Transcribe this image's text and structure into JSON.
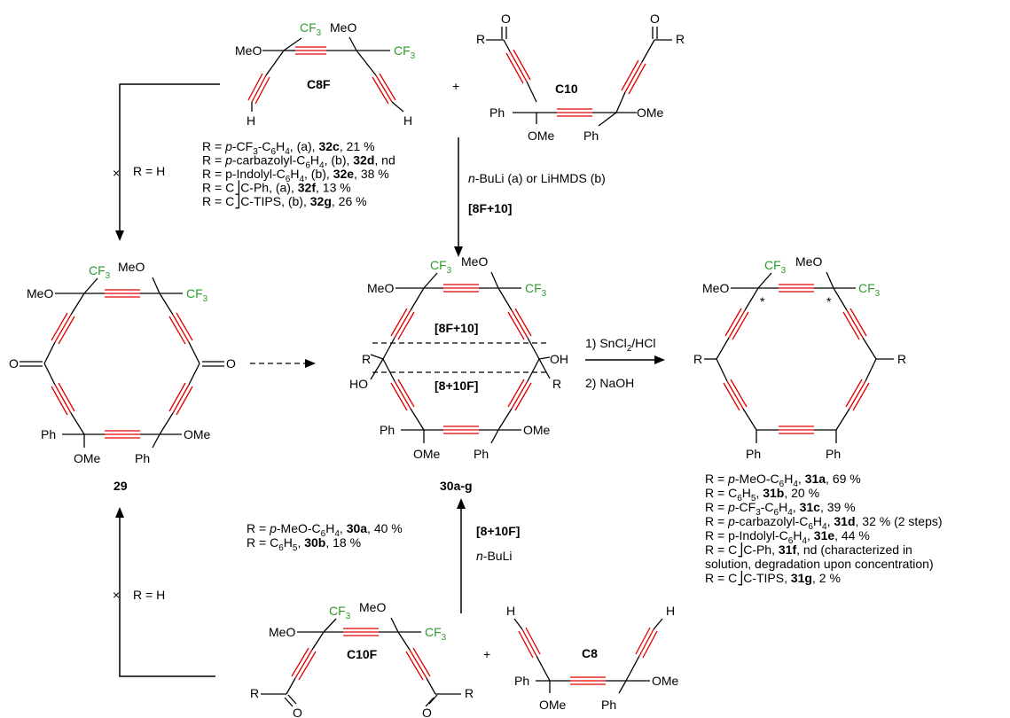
{
  "labels": {
    "c8f": "C8F",
    "c10": "C10",
    "c10f": "C10F",
    "c8": "C8",
    "cmp29": "29",
    "cmp30": "30a-g",
    "meo": "MeO",
    "ome": "OMe",
    "cf3": "CF",
    "sub3": "3",
    "ph": "Ph",
    "h": "H",
    "r": "R",
    "o": "O",
    "oh": "OH",
    "ho": "HO",
    "plus": "+",
    "star": "*",
    "r_eq_h": "R = H",
    "cross": "×"
  },
  "reagents": {
    "top_line1": "n-BuLi (a) or LiHMDS (b)",
    "top_line1_italic": "n",
    "top_line1_rest": "-BuLi (a) or LiHMDS (b)",
    "top_line2": "[8F+10]",
    "bottom_line1": "[8+10F]",
    "bottom_line2_italic": "n",
    "bottom_line2_rest": "-BuLi",
    "right_line1_pre": "1) SnCl",
    "right_line1_sub": "2",
    "right_line1_post": "/HCl",
    "right_line2": "2) NaOH",
    "ring_upper": "[8F+10]",
    "ring_lower": "[8+10F]"
  },
  "list_32": [
    {
      "pre": "R = ",
      "it": "p",
      "mid": "-CF",
      "sub": "3",
      "mid2": "-C",
      "sub2": "6",
      "mid3": "H",
      "sub3": "4",
      "post": ", (a), ",
      "bold": "32c",
      "tail": ", 21 %"
    },
    {
      "pre": "R = ",
      "it": "p",
      "mid": "-carbazolyl-C",
      "sub": "6",
      "mid2": "H",
      "sub2": "4",
      "mid3": "",
      "sub3": "",
      "post": ", (b), ",
      "bold": "32d",
      "tail": ", nd"
    },
    {
      "pre": "R = p-Indolyl-C",
      "it": "",
      "mid": "",
      "sub": "6",
      "mid2": "H",
      "sub2": "4",
      "mid3": "",
      "sub3": "",
      "post": ", (b), ",
      "bold": "32e",
      "tail": ", 38 %"
    },
    {
      "pre": "R = C",
      "it": "",
      "mid": "",
      "sub": "",
      "mid2": "",
      "sub2": "",
      "mid3": "",
      "sub3": "",
      "post": "C-Ph, (a), ",
      "bold": "32f",
      "tail": ", 13 %"
    },
    {
      "pre": "R = C",
      "it": "",
      "mid": "",
      "sub": "",
      "mid2": "",
      "sub2": "",
      "mid3": "",
      "sub3": "",
      "post": "C-TIPS, (b), ",
      "bold": "32g",
      "tail": ", 26 %"
    }
  ],
  "list_30": [
    {
      "pre": "R = ",
      "it": "p",
      "mid": "-MeO-C",
      "sub": "6",
      "mid2": "H",
      "sub2": "4",
      "post": ", ",
      "bold": "30a",
      "tail": ", 40 %"
    },
    {
      "pre": "R = C",
      "it": "",
      "mid": "",
      "sub": "6",
      "mid2": "H",
      "sub2": "5",
      "post": ", ",
      "bold": "30b",
      "tail": ", 18 %"
    }
  ],
  "list_31": [
    {
      "pre": "R = ",
      "it": "p",
      "mid": "-MeO-C",
      "sub": "6",
      "mid2": "H",
      "sub2": "4",
      "mid3": "",
      "sub3": "",
      "post": ", ",
      "bold": "31a",
      "tail": ", 69 %"
    },
    {
      "pre": "R = C",
      "it": "",
      "mid": "",
      "sub": "6",
      "mid2": "H",
      "sub2": "5",
      "mid3": "",
      "sub3": "",
      "post": ", ",
      "bold": "31b",
      "tail": ", 20 %"
    },
    {
      "pre": "R = ",
      "it": "p",
      "mid": "-CF",
      "sub": "3",
      "mid2": "-C",
      "sub2": "6",
      "mid3": "H",
      "sub3": "4",
      "post": ", ",
      "bold": "31c",
      "tail": ", 39 %"
    },
    {
      "pre": "R = ",
      "it": "p",
      "mid": "-carbazolyl-C",
      "sub": "6",
      "mid2": "H",
      "sub2": "4",
      "mid3": "",
      "sub3": "",
      "post": ", ",
      "bold": "31d",
      "tail": ", 32 % (2 steps)"
    },
    {
      "pre": "R = p-Indolyl-C",
      "it": "",
      "mid": "",
      "sub": "6",
      "mid2": "H",
      "sub2": "4",
      "mid3": "",
      "sub3": "",
      "post": ", ",
      "bold": "31e",
      "tail": ", 44 %"
    },
    {
      "pre": "R = C",
      "it": "",
      "mid": "",
      "sub": "",
      "mid2": "",
      "sub2": "",
      "mid3": "",
      "sub3": "",
      "post": "C-Ph,  ",
      "bold": "31f",
      "tail": ", nd (characterized in"
    },
    {
      "pre": "solution, degradation upon concentration)",
      "it": "",
      "mid": "",
      "sub": "",
      "mid2": "",
      "sub2": "",
      "mid3": "",
      "sub3": "",
      "post": "",
      "bold": "",
      "tail": ""
    },
    {
      "pre": "R = C",
      "it": "",
      "mid": "",
      "sub": "",
      "mid2": "",
      "sub2": "",
      "mid3": "",
      "sub3": "",
      "post": "C-TIPS, ",
      "bold": "31g",
      "tail": ", 2 %"
    }
  ],
  "colors": {
    "cf3": "#2e9a2e",
    "triple_bond": "#e00000"
  }
}
